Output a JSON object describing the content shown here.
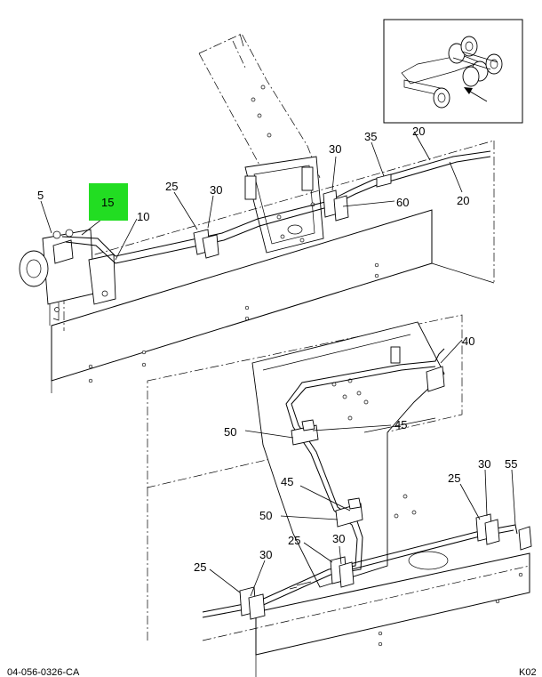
{
  "callouts": {
    "c5": "5",
    "c15": "15",
    "c10": "10",
    "c25a": "25",
    "c30a": "30",
    "c30b": "30",
    "c35": "35",
    "c20a": "20",
    "c20b": "20",
    "c60": "60",
    "c40": "40",
    "c50a": "50",
    "c45a": "45",
    "c45b": "45",
    "c50b": "50",
    "c25b": "25",
    "c30c": "30",
    "c55": "55",
    "c25c": "25",
    "c30d": "30",
    "c25d": "25",
    "c30e": "30"
  },
  "footer": {
    "drawing_number": "04-056-0326-CA",
    "sheet_code": "K02"
  },
  "colors": {
    "highlight": "#22dd22",
    "ink": "#000000",
    "background": "#ffffff"
  }
}
